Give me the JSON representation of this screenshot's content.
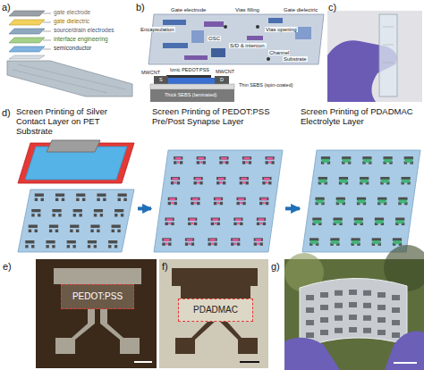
{
  "diagram": {
    "nodes": [
      {
        "text": [
          "Screen Printing of Silver Contact Layer on PET Substrate"
        ]
      },
      {
        "text": [
          "Screen Printing of PEDOT:PSS Pre/Post Synapse Layer"
        ]
      },
      {
        "text": [
          "Screen Printing of PDADMAC Electrolyte Layer"
        ]
      },
      {
        "text": [
          "PEDOT:PSS"
        ]
      },
      {
        "text": [
          "PDADMAC"
        ]
      }
    ],
    "edges": [
      {
        "from": 0,
        "to": 1,
        "arrow": "to"
      },
      {
        "from": 1,
        "to": 2,
        "arrow": "to"
      }
    ],
    "labels": [
      "a)",
      "gate electrode",
      "gate dielectric",
      "source/drain electrodes",
      "interface engineering",
      "semiconductor",
      "b)",
      "Gate electrode",
      "Encapsulation",
      "Vias filling",
      "Vias opening",
      "Gate dielectric",
      "OSC",
      "S/D & intercon.",
      "Channel",
      "Substrate",
      "MWCNT",
      "Ionic PEDOT:PSS",
      "S",
      "D",
      "MWCNT",
      "Thin SEBS (spin-coated)",
      "Thick SEBS (laminated)",
      "c)",
      "d)",
      "e)",
      "f)",
      "g)"
    ]
  }
}
